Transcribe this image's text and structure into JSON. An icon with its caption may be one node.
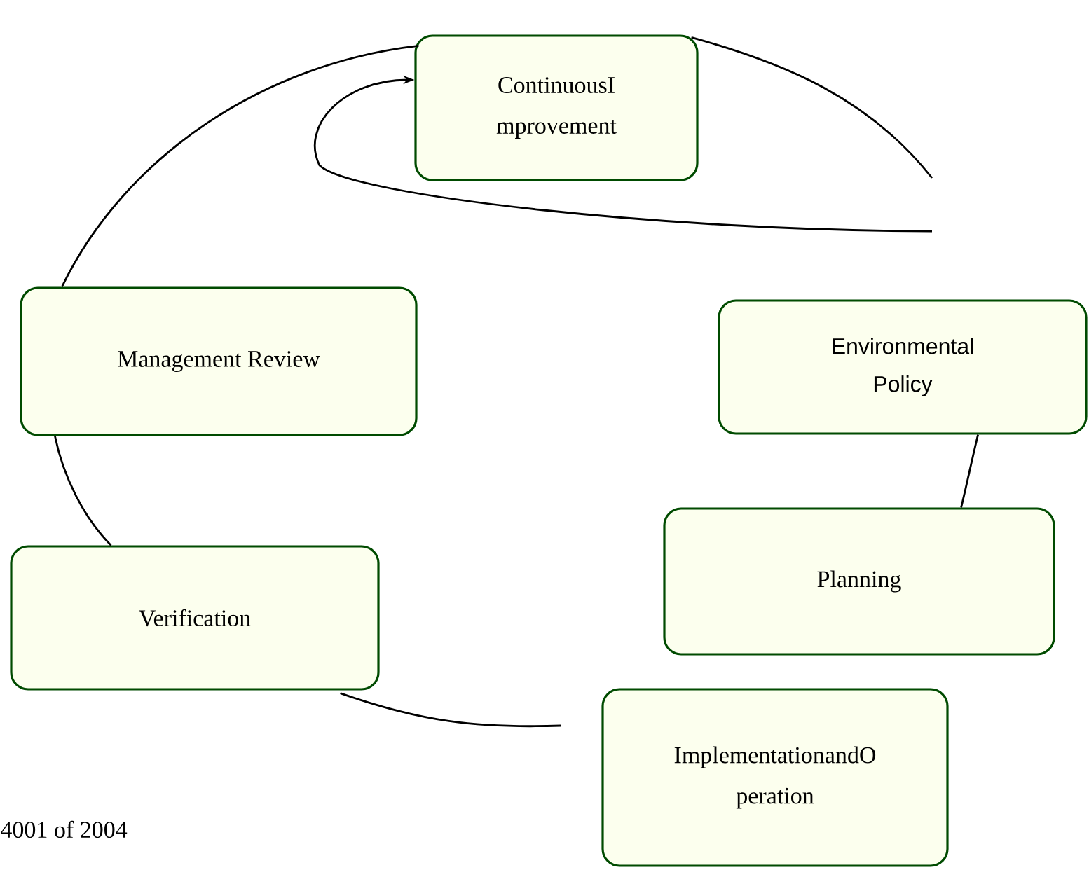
{
  "diagram": {
    "nodes": [
      {
        "text": [
          "ContinuousI mprovement"
        ]
      },
      {
        "text": [
          "Management Review"
        ]
      },
      {
        "text": [
          "Environmental Policy"
        ]
      },
      {
        "text": [
          "Planning"
        ]
      },
      {
        "text": [
          "Verification"
        ]
      },
      {
        "text": [
          "ImplementationandO peration"
        ]
      }
    ],
    "edges": [
      {
        "from": 1,
        "to": 0,
        "arrow": "none"
      },
      {
        "from": 0,
        "to": null,
        "arrow": "none"
      },
      {
        "from": 1,
        "to": 4,
        "arrow": "none"
      },
      {
        "from": 4,
        "to": null,
        "arrow": "none"
      },
      {
        "from": 2,
        "to": 3,
        "arrow": "none"
      },
      {
        "from": null,
        "to": 0,
        "arrow": "to"
      }
    ],
    "labels": [
      "4001  of 2004"
    ]
  }
}
